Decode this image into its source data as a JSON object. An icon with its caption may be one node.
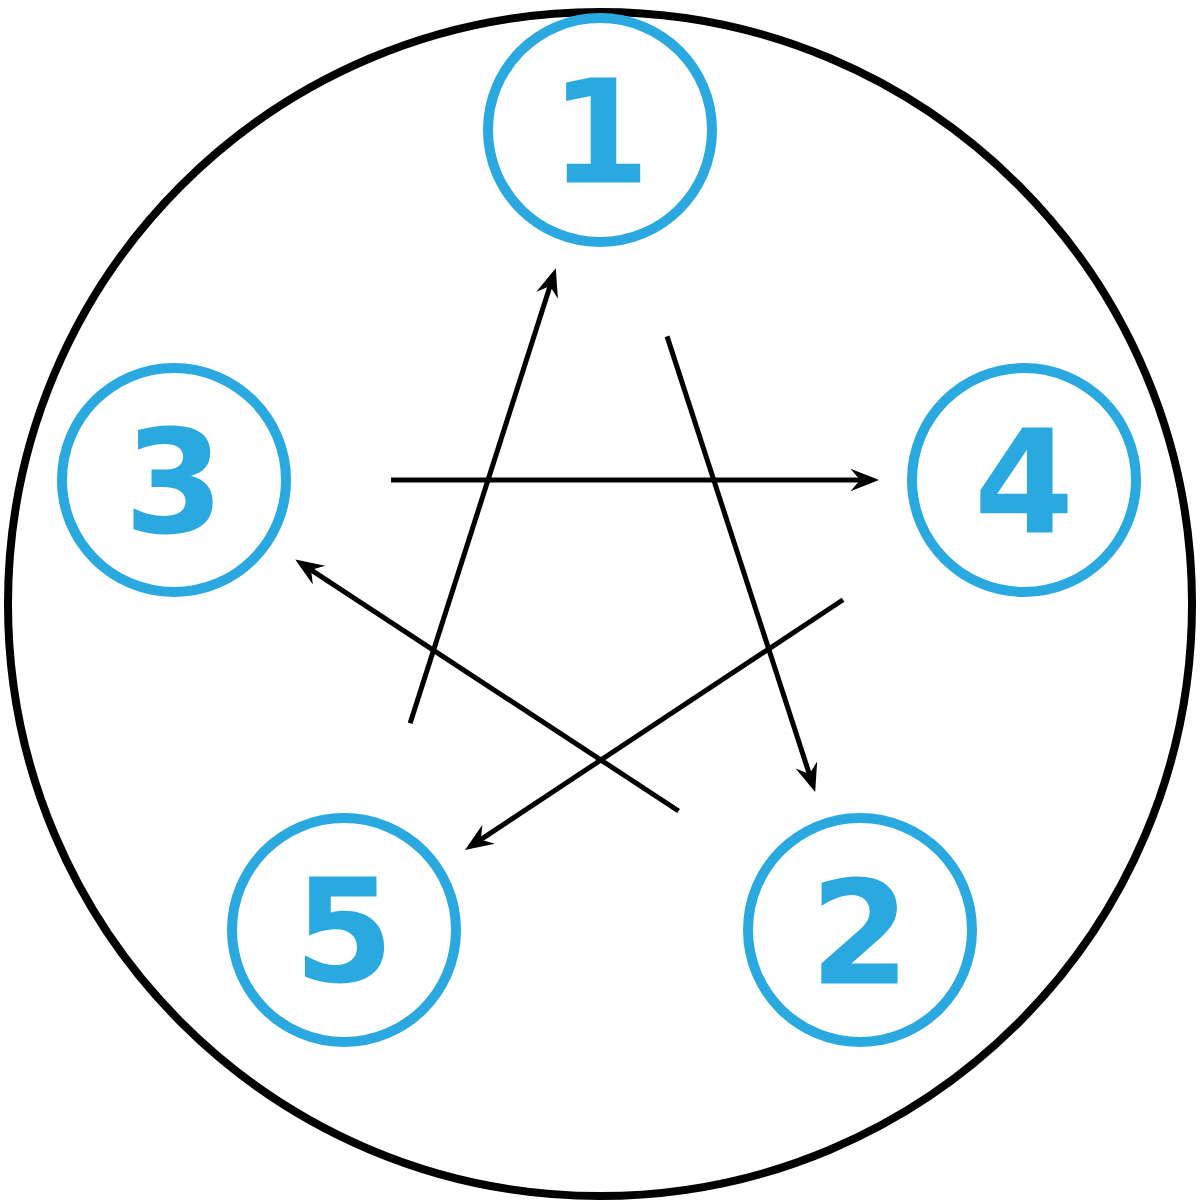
{
  "diagram": {
    "nodes": [
      {
        "text": [
          "1"
        ]
      },
      {
        "text": [
          "3"
        ]
      },
      {
        "text": [
          "4"
        ]
      },
      {
        "text": [
          "5"
        ]
      },
      {
        "text": [
          "2"
        ]
      }
    ],
    "edges": [
      {
        "from": 0,
        "to": 4,
        "arrow": "to"
      },
      {
        "from": 4,
        "to": 1,
        "arrow": "to"
      },
      {
        "from": 1,
        "to": 2,
        "arrow": "to"
      },
      {
        "from": 2,
        "to": 3,
        "arrow": "to"
      },
      {
        "from": 3,
        "to": 0,
        "arrow": "to"
      }
    ]
  }
}
